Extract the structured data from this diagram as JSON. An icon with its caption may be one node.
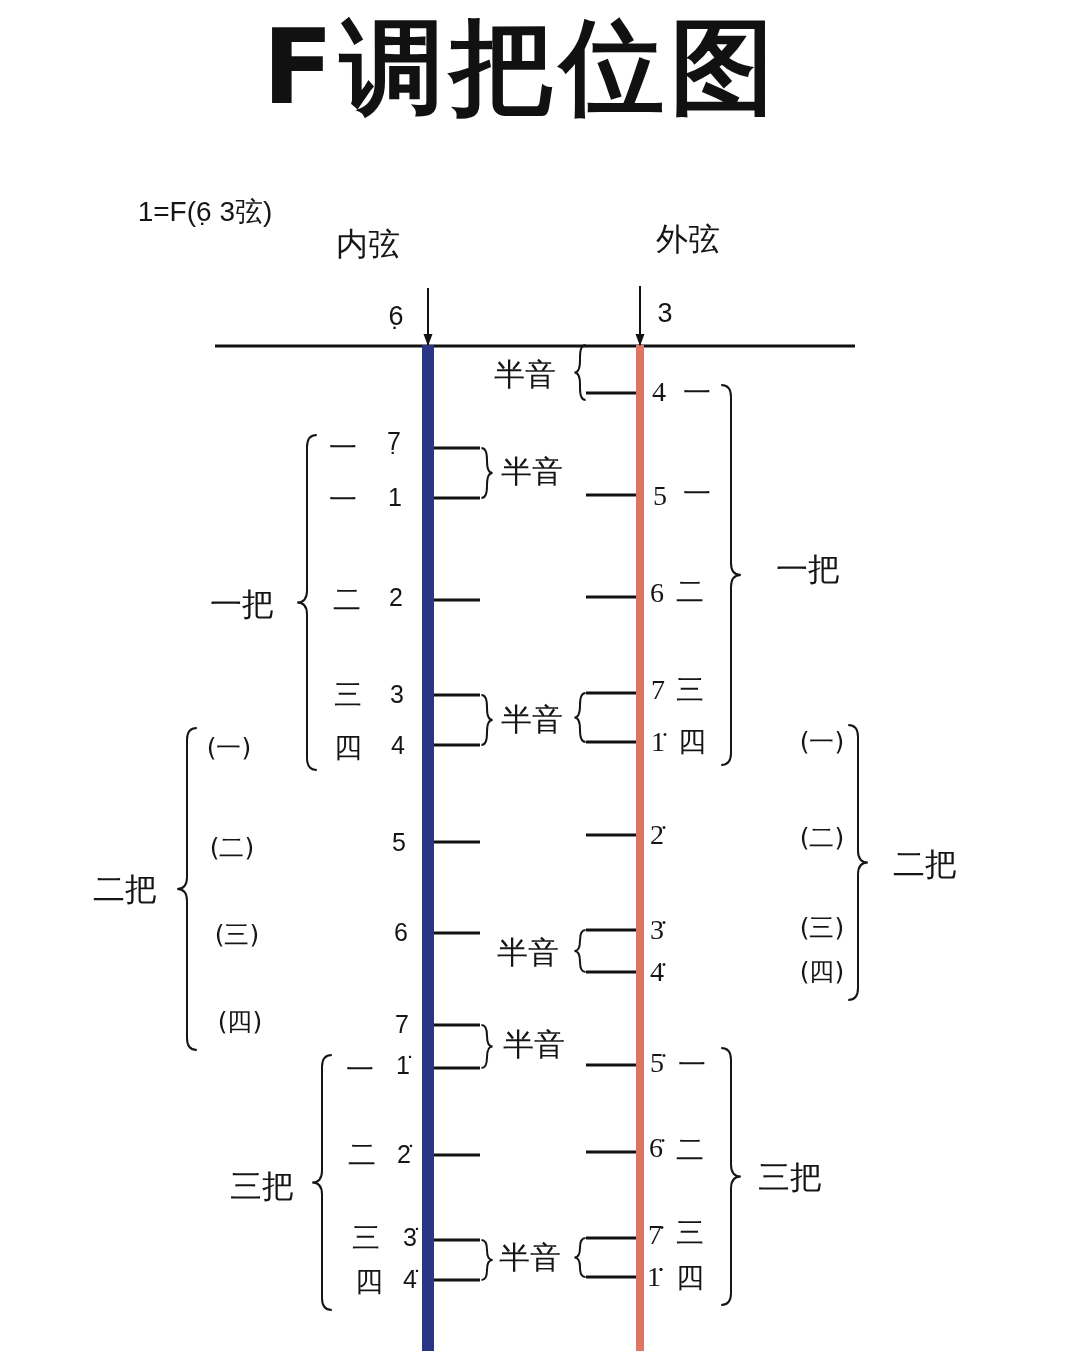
{
  "diagram": {
    "title": "F调把位图",
    "nodes": [
      {
        "text": [],
        "shape": "bar"
      },
      {
        "text": [],
        "shape": "bar"
      }
    ],
    "edges": [
      {
        "from": null,
        "to": 0,
        "arrow": "to"
      },
      {
        "from": null,
        "to": 1,
        "arrow": "to"
      }
    ],
    "labels": [
      "1=F(6̣ 3弦)",
      "内弦",
      "外弦",
      "6̣",
      "3",
      "半音",
      "4",
      "一",
      "一",
      "7̣",
      "半音",
      "一",
      "1",
      "5",
      "一",
      "一把",
      "一把",
      "二",
      "2",
      "6",
      "二",
      "三",
      "3",
      "半音",
      "7",
      "三",
      "(一)",
      "四",
      "4",
      "1̇",
      "四",
      "(一)",
      "(二)",
      "5",
      "2̇",
      "(二)",
      "二把",
      "二把",
      "(三)",
      "6",
      "半音",
      "3̇",
      "(三)",
      "4̇",
      "(四)",
      "(四)",
      "7",
      "半音",
      "一",
      "1̇",
      "5̇",
      "一",
      "二",
      "2̇",
      "6̇",
      "二",
      "三把",
      "三把",
      "三",
      "3̇",
      "半音",
      "7̇",
      "三",
      "四",
      "4̇",
      "1̇̇",
      "四"
    ]
  }
}
